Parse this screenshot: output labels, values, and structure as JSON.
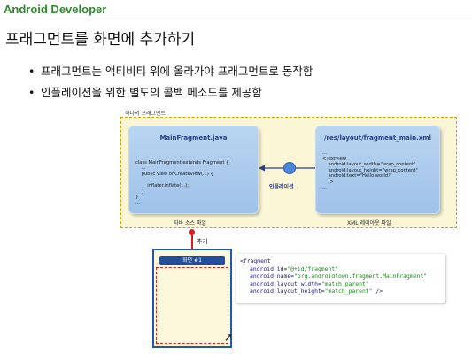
{
  "header": {
    "brand": "Android Developer",
    "title": "프래그먼트를 화면에 추가하기"
  },
  "bullets": [
    "프래그먼트는 액티비티 위에 올라가야 프래그먼트로 동작함",
    "인플레이션을 위한 별도의 콜백 메소드를 제공함"
  ],
  "diagram": {
    "container_label": "하나의 프래그먼트",
    "java_card": {
      "title": "MainFragment.java",
      "code": "...\nclass MainFragment extends Fragment {\n    ...\n    public View onCreateView(...) {\n        ...\n        inflater.inflate(...);\n    }\n}\n..."
    },
    "java_caption": "자바 소스 파일",
    "xml_card": {
      "title": "/res/layout/fragment_main.xml",
      "code": "...\n<TextView\n    android:layout_width=\"wrap_content\"\n    android:layout_height=\"wrap_content\"\n    android:text=\"Hello world!\"\n    />\n..."
    },
    "xml_caption": "XML 레이아웃 파일",
    "inflate_label": "인플레이션",
    "add_label": "추가",
    "screen_title": "화면 #1",
    "fragment_xml": {
      "open": "<fragment",
      "attrs": [
        {
          "name": "android:id=",
          "value": "\"@+id/fragment\""
        },
        {
          "name": "android:name=",
          "value": "\"org.androidtown.fragment.MainFragment\""
        },
        {
          "name": "android:layout_width=",
          "value": "\"match_parent\""
        },
        {
          "name": "android:layout_height=",
          "value": "\"match_parent\"",
          "tail": " />"
        }
      ]
    }
  },
  "colors": {
    "brand": "#2f8a2b",
    "card": "#a9c9ed",
    "screen_border": "#1e5aa8",
    "dashed_red": "#d42020"
  }
}
